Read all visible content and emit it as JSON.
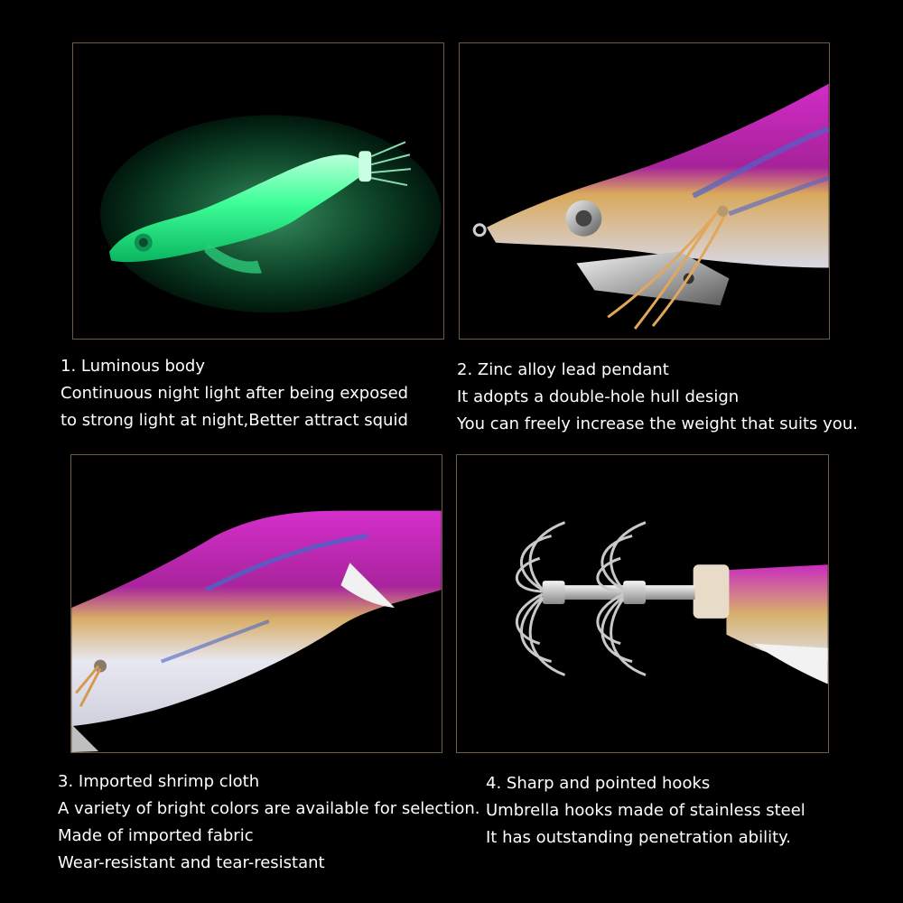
{
  "panels": [
    {
      "id": "luminous-body",
      "image": "glowing-green-squid-jig",
      "heading": "1. Luminous body",
      "lines": [
        "Continuous night light after being exposed",
        "to strong light at night,Better attract squid"
      ]
    },
    {
      "id": "zinc-lead-pendant",
      "image": "jig-head-with-zinc-sinker",
      "heading": "2. Zinc alloy lead pendant",
      "lines": [
        "It adopts a double-hole hull design",
        "You can freely increase the weight that suits you."
      ]
    },
    {
      "id": "shrimp-cloth",
      "image": "purple-shrimp-cloth-closeup",
      "heading": "3. Imported shrimp cloth",
      "lines": [
        "A variety of bright colors are available for selection.",
        "Made of imported fabric",
        "Wear-resistant and tear-resistant"
      ]
    },
    {
      "id": "umbrella-hooks",
      "image": "stainless-umbrella-hooks",
      "heading": "4. Sharp and pointed hooks",
      "lines": [
        "Umbrella hooks made of stainless steel",
        "It has outstanding penetration ability."
      ]
    }
  ],
  "colors": {
    "background": "#000000",
    "panel_border": "#6e5a45",
    "glow_green": "#4cff9a",
    "lure_purple": "#b81fa8",
    "text": "#ffffff"
  }
}
